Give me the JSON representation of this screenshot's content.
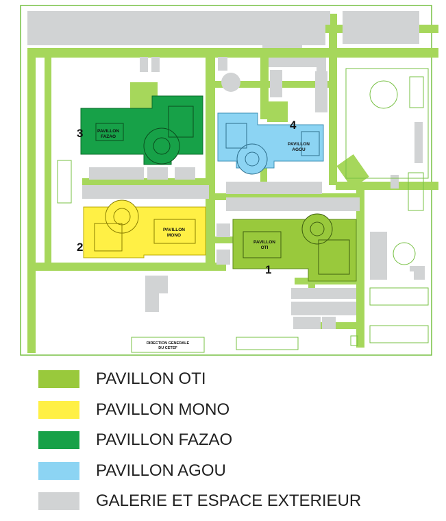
{
  "pavilions": [
    {
      "number": "1",
      "label_line1": "PAVILLON",
      "label_line2": "OTI"
    },
    {
      "number": "2",
      "label_line1": "PAVILLON",
      "label_line2": "MONO"
    },
    {
      "number": "3",
      "label_line1": "PAVILLON",
      "label_line2": "FAZAO"
    },
    {
      "number": "4",
      "label_line1": "PAVILLON",
      "label_line2": "AGOU"
    }
  ],
  "direction": {
    "line1": "DIRECTION GENERALE",
    "line2": "DU CETEF"
  },
  "legend": [
    {
      "label": "PAVILLON OTI",
      "color": "#99c93c"
    },
    {
      "label": "PAVILLON MONO",
      "color": "#fff045"
    },
    {
      "label": "PAVILLON FAZAO",
      "color": "#17a148"
    },
    {
      "label": "PAVILLON AGOU",
      "color": "#8cd4f3"
    },
    {
      "label": "GALERIE ET ESPACE EXTERIEUR",
      "color": "#d1d3d4"
    }
  ],
  "colors": {
    "path": "#a6d75b",
    "outline": "#77c043",
    "building": "#d1d3d4"
  }
}
